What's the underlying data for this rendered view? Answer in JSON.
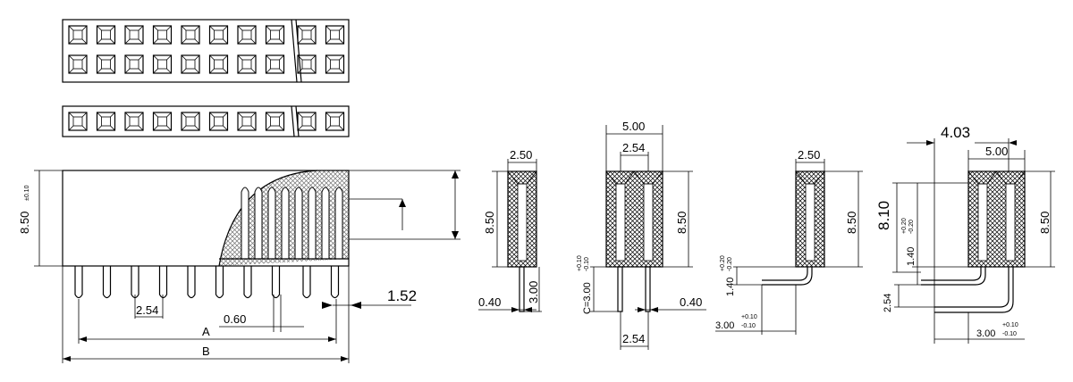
{
  "labels": {
    "height_main": "8.50",
    "height_main_tol": "±0.10",
    "pitch_front": "2.54",
    "pin_width_front": "0.60",
    "offset_front": "1.52",
    "dim_a": "A",
    "dim_b": "B",
    "v1_width": "2.50",
    "v1_height": "8.50",
    "v1_tail": "3.00",
    "v1_pin": "0.40",
    "v2_width": "5.00",
    "v2_pitch_top": "2.54",
    "v2_height": "8.50",
    "v2_tail_c": "C=3.00",
    "v2_tail_tol_plus": "+0.10",
    "v2_tail_tol_minus": "-0.10",
    "v2_pin": "0.40",
    "v2_pitch_bottom": "2.54",
    "v3_width": "2.50",
    "v3_height": "8.50",
    "v3_bend": "1.40",
    "v3_bend_tol_plus": "+0.20",
    "v3_bend_tol_minus": "-0.20",
    "v3_leg": "3.00",
    "v3_leg_tol_plus": "+0.10",
    "v3_leg_tol_minus": "-0.10",
    "v4_overall": "4.03",
    "v4_width": "5.00",
    "v4_height": "8.50",
    "v4_height_inner": "8.10",
    "v4_bend": "1.40",
    "v4_bend_tol_plus": "+0.20",
    "v4_bend_tol_minus": "-0.20",
    "v4_pitch": "2.54",
    "v4_leg": "3.00",
    "v4_leg_tol_plus": "+0.10",
    "v4_leg_tol_minus": "-0.10"
  }
}
